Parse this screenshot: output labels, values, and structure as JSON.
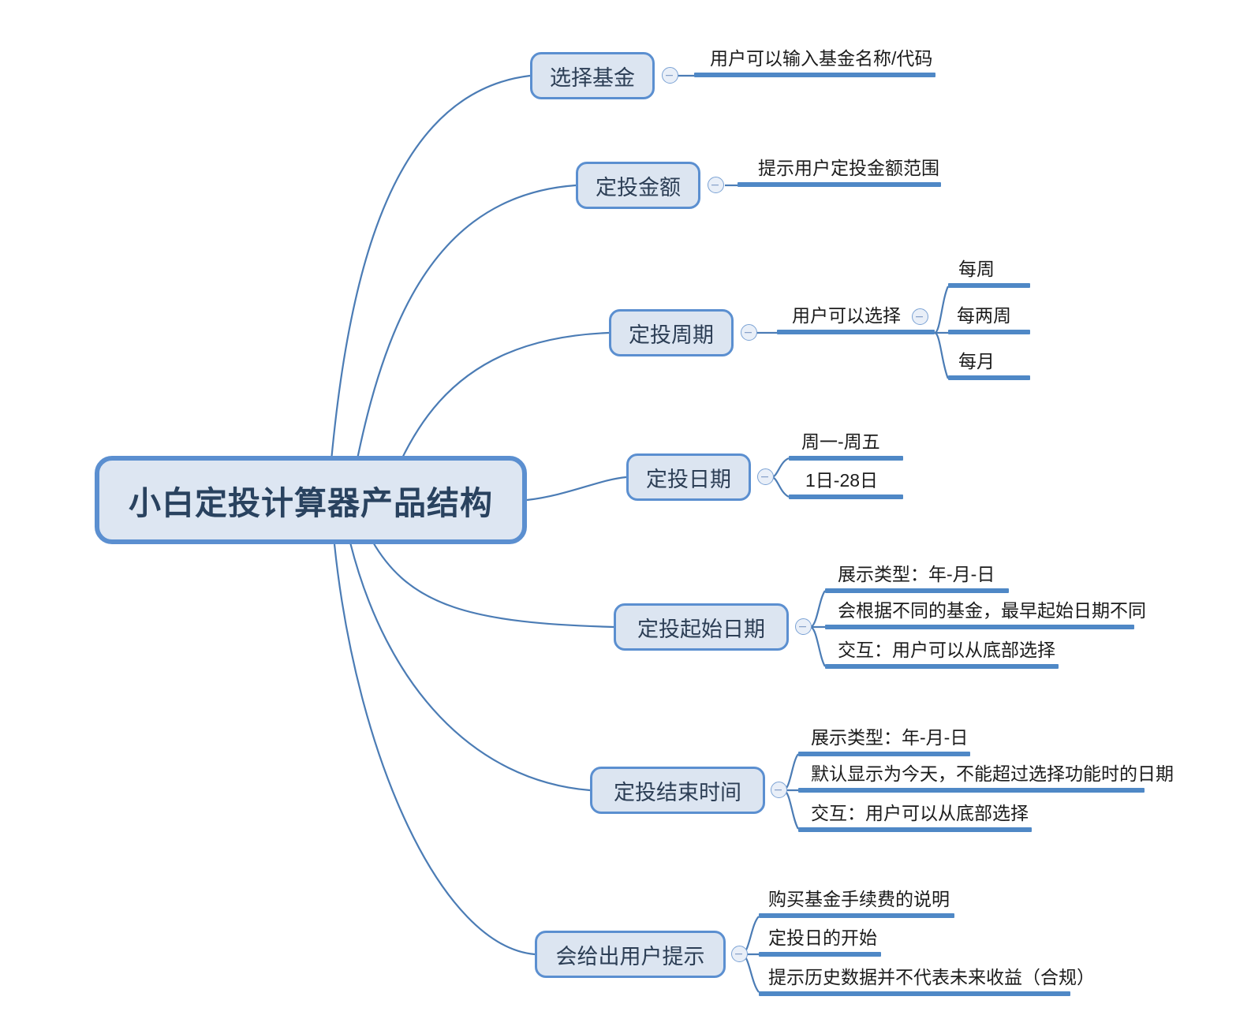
{
  "diagram": {
    "title": "小白定投计算器产品结构",
    "type": "mindmap",
    "colors": {
      "background": "#ffffff",
      "node_border": "#5b8fd0",
      "node_fill": "#dce5f1",
      "root_fill": "#dde6f2",
      "edge": "#4b7cb5",
      "leaf_bar": "#4f88c6",
      "root_text": "#29425f",
      "branch_text": "#2c3e55",
      "leaf_text": "#1b1b1b"
    },
    "toggle_icon": "collapse-minus-icon"
  },
  "root": {
    "label": "小白定投计算器产品结构"
  },
  "branches": [
    {
      "label": "选择基金",
      "children": [
        {
          "label": "用户可以输入基金名称/代码"
        }
      ]
    },
    {
      "label": "定投金额",
      "children": [
        {
          "label": "提示用户定投金额范围"
        }
      ]
    },
    {
      "label": "定投周期",
      "children": [
        {
          "label": "用户可以选择",
          "children": [
            {
              "label": "每周"
            },
            {
              "label": "每两周"
            },
            {
              "label": "每月"
            }
          ]
        }
      ]
    },
    {
      "label": "定投日期",
      "children": [
        {
          "label": "周一-周五"
        },
        {
          "label": "1日-28日"
        }
      ]
    },
    {
      "label": "定投起始日期",
      "children": [
        {
          "label": "展示类型：年-月-日"
        },
        {
          "label": "会根据不同的基金，最早起始日期不同"
        },
        {
          "label": "交互：用户可以从底部选择"
        }
      ]
    },
    {
      "label": "定投结束时间",
      "children": [
        {
          "label": "展示类型：年-月-日"
        },
        {
          "label": "默认显示为今天，不能超过选择功能时的日期"
        },
        {
          "label": "交互：用户可以从底部选择"
        }
      ]
    },
    {
      "label": "会给出用户提示",
      "children": [
        {
          "label": "购买基金手续费的说明"
        },
        {
          "label": "定投日的开始"
        },
        {
          "label": "提示历史数据并不代表未来收益（合规）"
        }
      ]
    }
  ]
}
